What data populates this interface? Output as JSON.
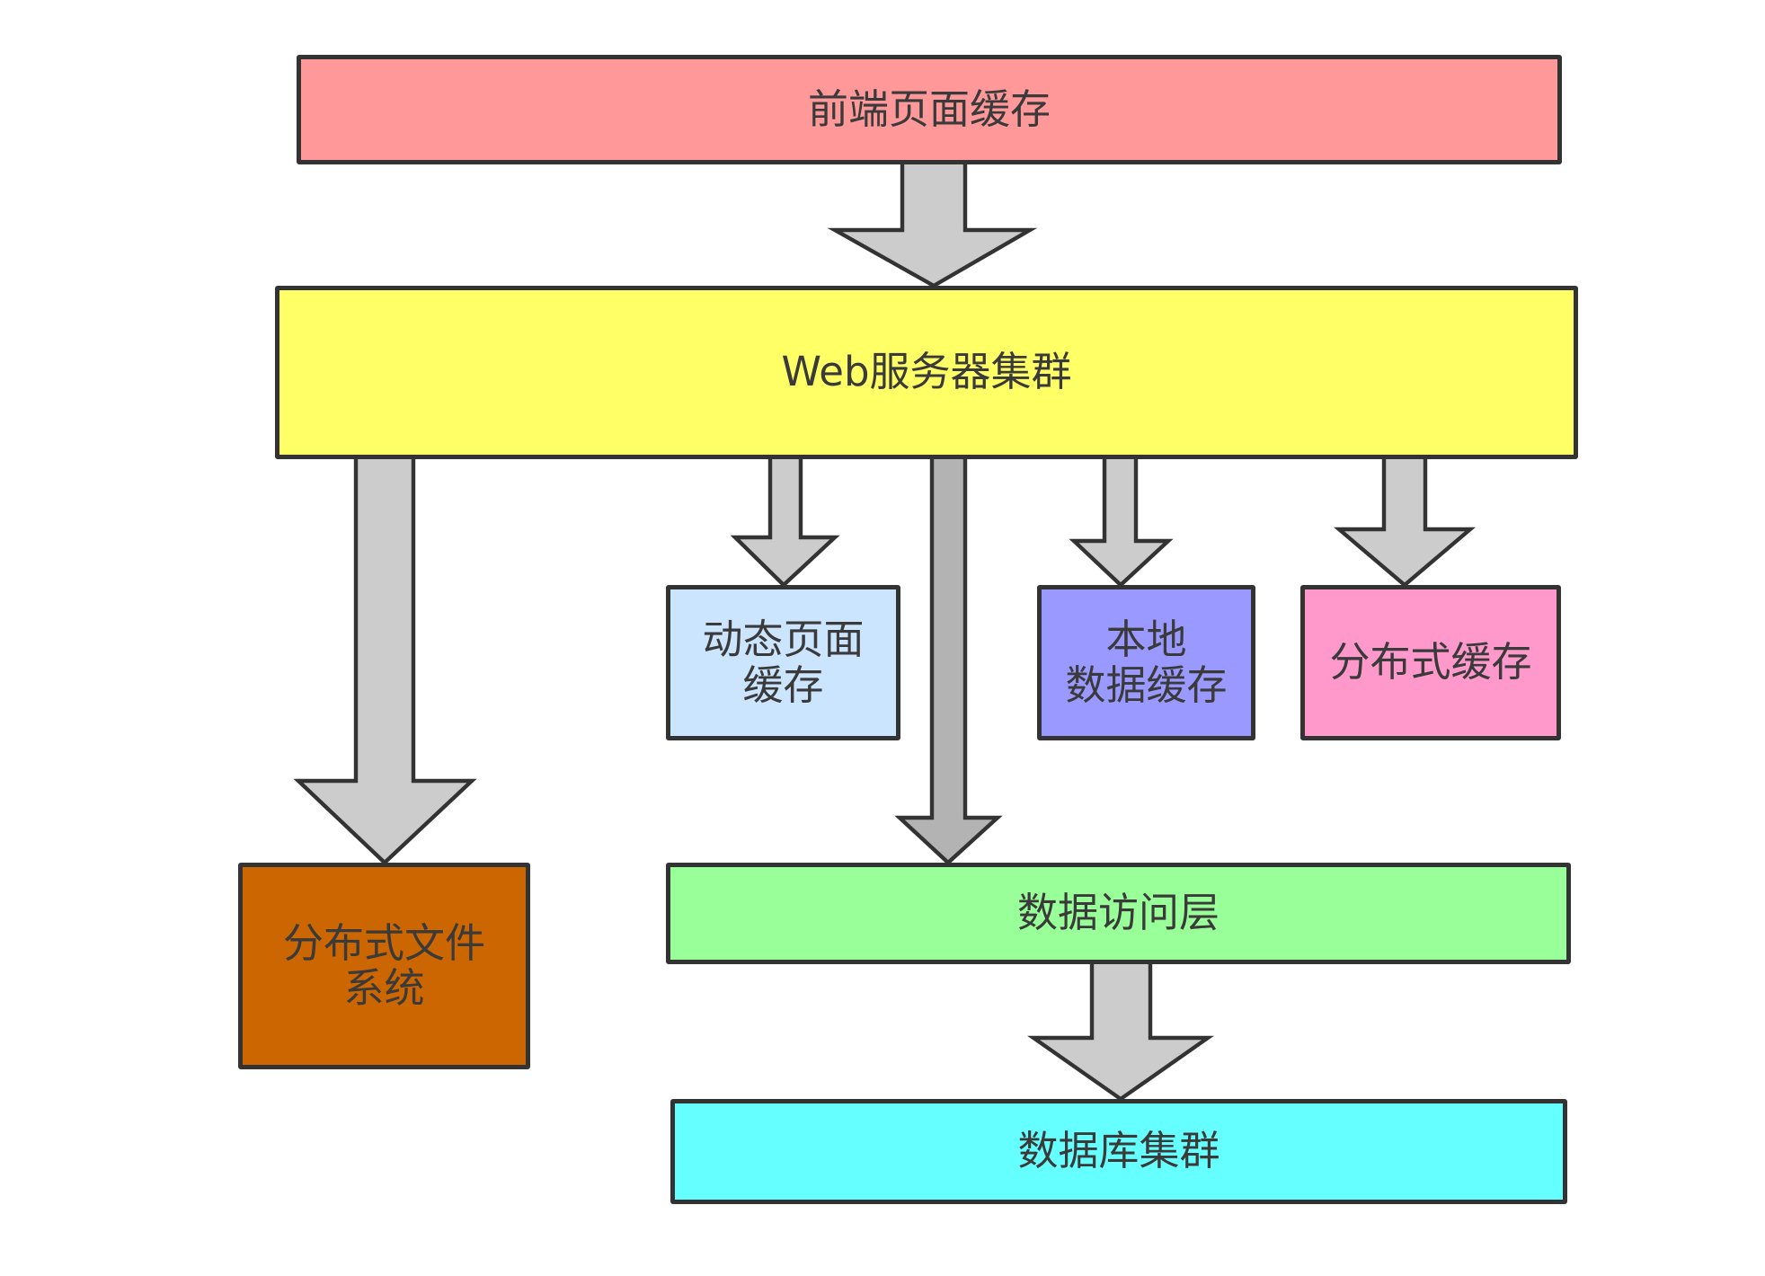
{
  "colors": {
    "stroke": "#333333",
    "text": "#3a3a3a",
    "arrow_fill": "#cccccc",
    "arrow_fill_dark": "#b3b3b3"
  },
  "nodes": {
    "frontend_cache": {
      "label": "前端页面缓存",
      "color": "#ff9999"
    },
    "web_cluster": {
      "label": "Web服务器集群",
      "color": "#ffff66"
    },
    "dynamic_page_cache": {
      "label": "动态页面\n缓存",
      "color": "#cce5ff"
    },
    "local_data_cache": {
      "label": "本地\n数据缓存",
      "color": "#9999ff"
    },
    "distributed_cache": {
      "label": "分布式缓存",
      "color": "#ff99cc"
    },
    "distributed_fs": {
      "label": "分布式文件\n系统",
      "color": "#cc6600"
    },
    "data_access_layer": {
      "label": "数据访问层",
      "color": "#99ff99"
    },
    "db_cluster": {
      "label": "数据库集群",
      "color": "#66ffff"
    }
  },
  "edges": [
    {
      "from": "frontend_cache",
      "to": "web_cluster"
    },
    {
      "from": "web_cluster",
      "to": "distributed_fs"
    },
    {
      "from": "web_cluster",
      "to": "dynamic_page_cache"
    },
    {
      "from": "web_cluster",
      "to": "data_access_layer"
    },
    {
      "from": "web_cluster",
      "to": "local_data_cache"
    },
    {
      "from": "web_cluster",
      "to": "distributed_cache"
    },
    {
      "from": "data_access_layer",
      "to": "db_cluster"
    }
  ]
}
